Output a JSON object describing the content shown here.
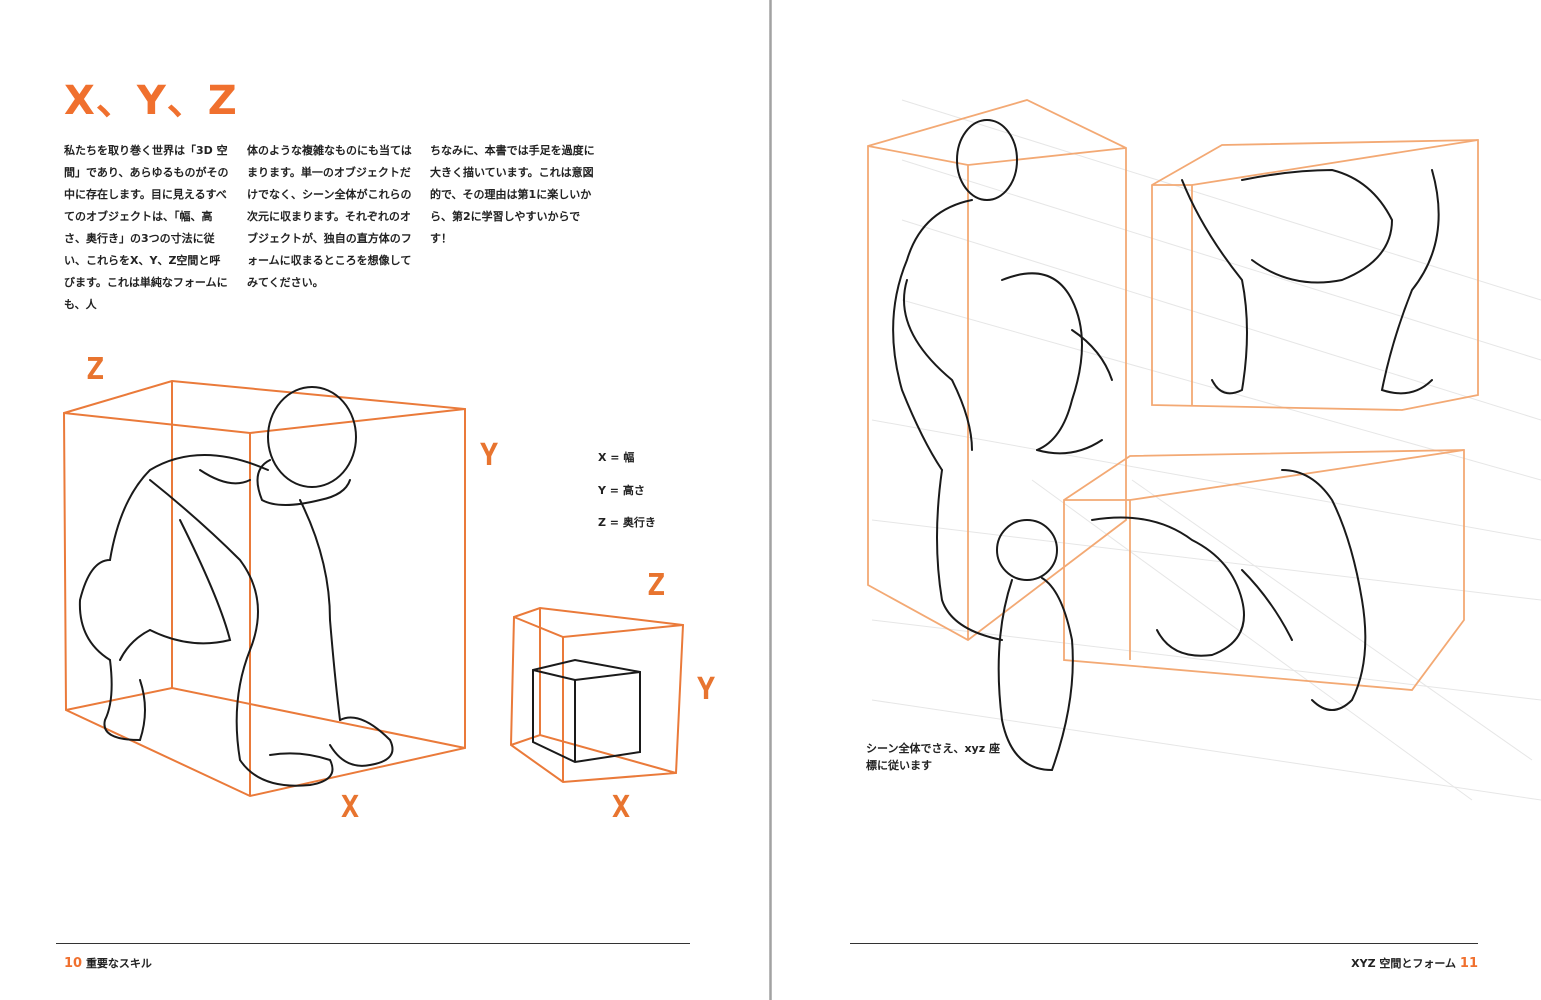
{
  "left_page": {
    "title": "X、Y、Z",
    "paragraph_columns": [
      "私たちを取り巻く世界は「3D 空間」であり、あらゆるものがその中に存在します。目に見えるすべてのオブジェクトは、「幅、高さ、奥行き」の3つの寸法に従い、これらをX、Y、Z空間と呼びます。これは単純なフォームにも、人",
      "体のような複雑なものにも当てはまります。単一のオブジェクトだけでなく、シーン全体がこれらの次元に収まります。それぞれのオブジェクトが、独自の直方体のフォームに収まるところを想像してみてください。",
      "ちなみに、本書では手足を過度に大きく描いています。これは意図的で、その理由は第1に楽しいから、第2に学習しやすいからです！"
    ],
    "legend": {
      "x": "X = 幅",
      "y": "Y = 高さ",
      "z": "Z = 奥行き"
    },
    "axis_letters": {
      "large_box": {
        "z": "Z",
        "y": "Y",
        "x": "X"
      },
      "small_box": {
        "z": "Z",
        "y": "Y",
        "x": "X"
      }
    },
    "footer": {
      "page_number": "10",
      "section": "重要なスキル"
    }
  },
  "right_page": {
    "caption": "シーン全体でさえ、xyz 座標に従います",
    "footer": {
      "section": "XYZ 空間とフォーム",
      "page_number": "11"
    }
  },
  "colors": {
    "accent": "#f0702e",
    "sketch_line": "#1a1a1a",
    "box_line": "#f0a070"
  }
}
